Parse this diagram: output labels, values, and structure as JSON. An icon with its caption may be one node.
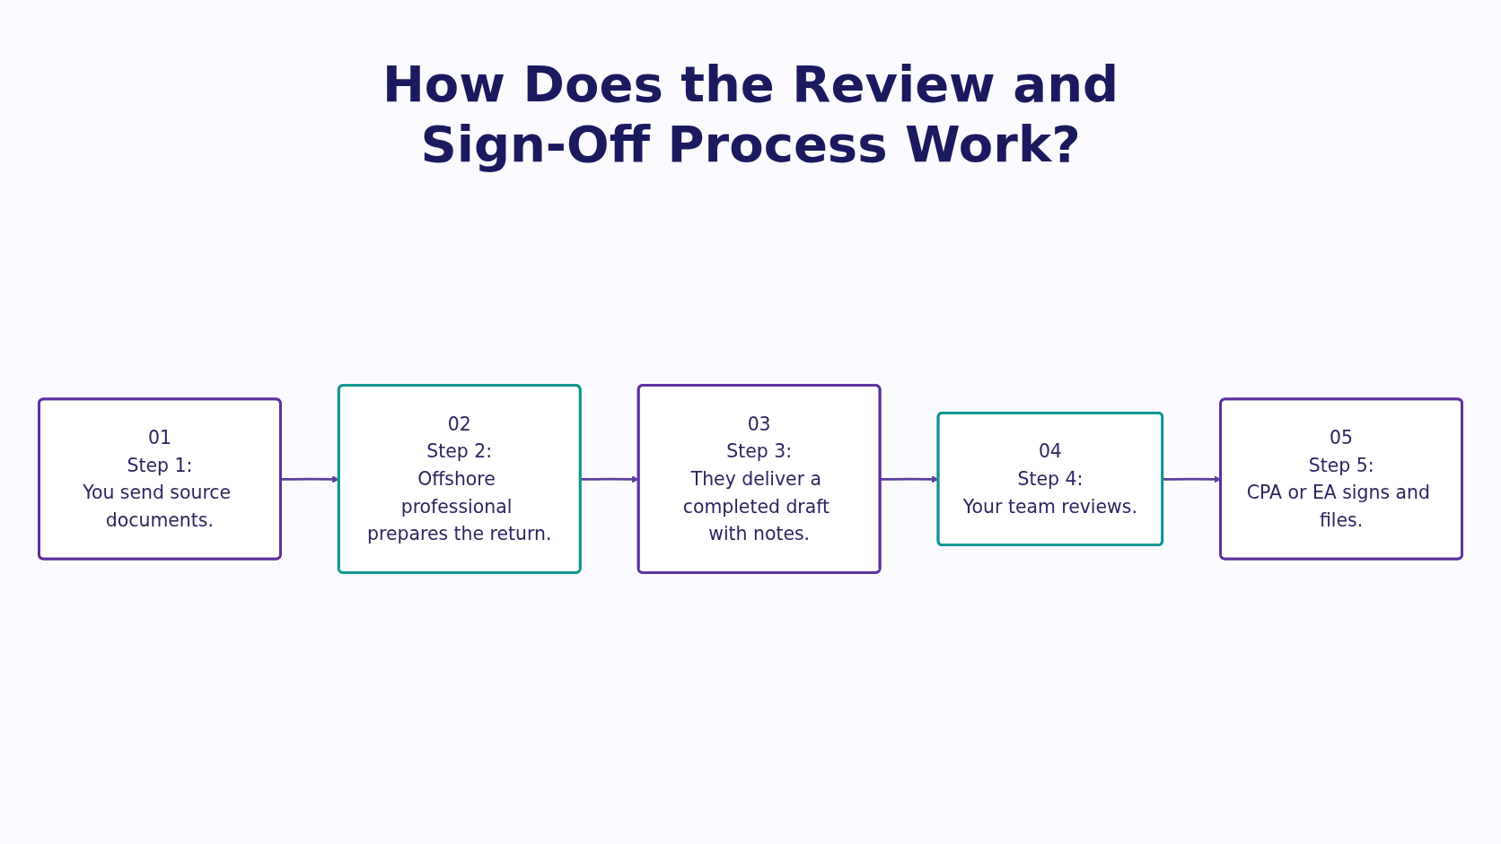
{
  "diagram": {
    "title": "How Does the Review and Sign-Off Process Work?",
    "nodes": [
      {
        "text": [
          "01",
          "Step 1:",
          "You send source documents."
        ]
      },
      {
        "text": [
          "02",
          "Step 2:",
          "Offshore professional prepares the return."
        ]
      },
      {
        "text": [
          "03",
          "Step 3:",
          "They deliver a completed draft with notes."
        ]
      },
      {
        "text": [
          "04",
          "Step 4:",
          "Your team reviews."
        ]
      },
      {
        "text": [
          "05",
          "Step 5:",
          "CPA or EA signs and files."
        ]
      }
    ],
    "edges": [
      {
        "from": 0,
        "to": 1,
        "arrow": "to"
      },
      {
        "from": 1,
        "to": 2,
        "arrow": "to"
      },
      {
        "from": 2,
        "to": 3,
        "arrow": "to"
      },
      {
        "from": 3,
        "to": 4,
        "arrow": "to"
      }
    ]
  }
}
